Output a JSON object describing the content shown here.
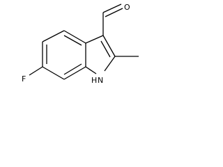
{
  "molecule": {
    "atoms": {
      "oxygen": "O",
      "fluorine": "F",
      "nitrogen": "N",
      "hydrogen": "H"
    }
  }
}
